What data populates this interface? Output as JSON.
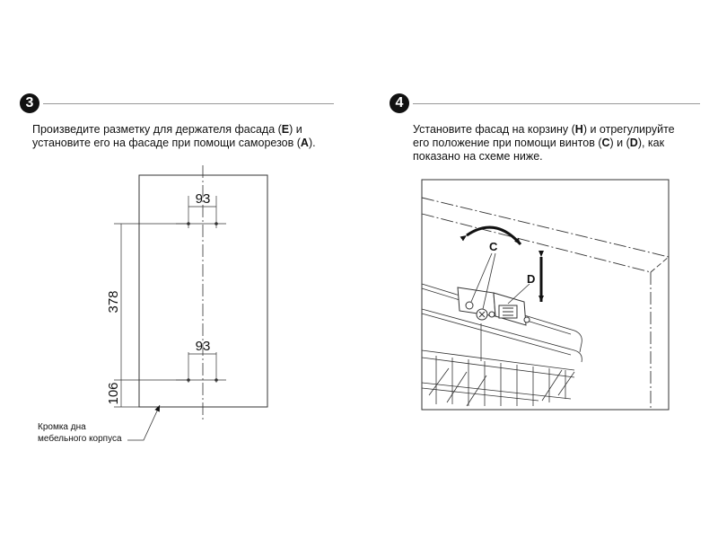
{
  "step3": {
    "number": "3",
    "text": [
      {
        "t": "Произведите разметку для держателя фасада ("
      },
      {
        "t": "E",
        "b": true
      },
      {
        "t": ") и установите его на фасаде при помощи саморезов ("
      },
      {
        "t": "A",
        "b": true
      },
      {
        "t": ")."
      }
    ],
    "dim_top": "93",
    "dim_middle": "93",
    "dim_vertical": "378",
    "dim_bottom": "106",
    "edge_label_line1": "Кромка дна",
    "edge_label_line2": "мебельного корпуса"
  },
  "step4": {
    "number": "4",
    "text": [
      {
        "t": "Установите фасад на корзину ("
      },
      {
        "t": "H",
        "b": true
      },
      {
        "t": ") и отрегулируйте его положение при помощи винтов ("
      },
      {
        "t": "C",
        "b": true
      },
      {
        "t": ") и ("
      },
      {
        "t": "D",
        "b": true
      },
      {
        "t": "), как показано на схеме ниже."
      }
    ],
    "label_c": "C",
    "label_d": "D"
  }
}
